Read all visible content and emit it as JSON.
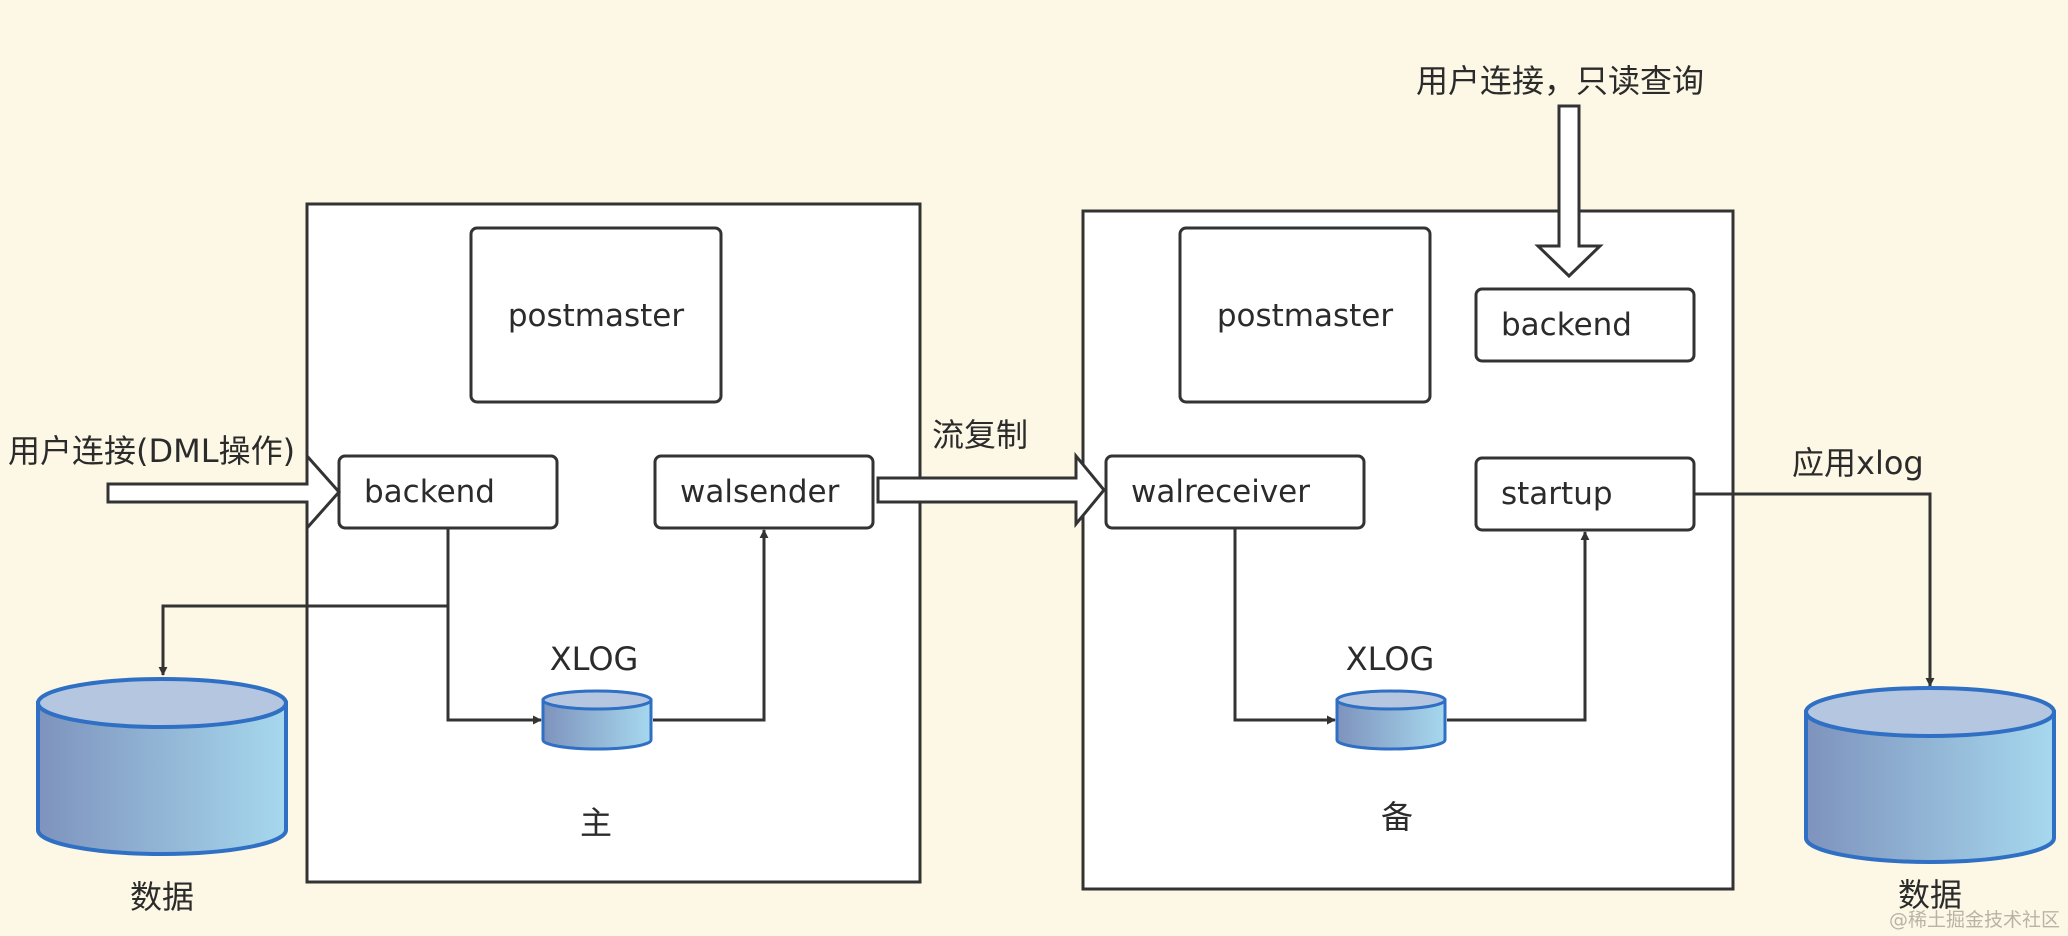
{
  "primary": {
    "caption": "主",
    "postmaster": "postmaster",
    "backend": "backend",
    "walsender": "walsender",
    "xlog": "XLOG"
  },
  "standby": {
    "caption": "备",
    "postmaster": "postmaster",
    "backend": "backend",
    "walreceiver": "walreceiver",
    "startup": "startup",
    "xlog": "XLOG"
  },
  "annotations": {
    "user_dml": "用户连接(DML操作)",
    "stream_replication": "流复制",
    "user_readonly": "用户连接，只读查询",
    "apply_xlog": "应用xlog"
  },
  "data_left": "数据",
  "data_right": "数据",
  "watermark": "@稀土掘金技术社区",
  "colors": {
    "background": "#fdf8e6",
    "stroke": "#333333",
    "cylinder_edge": "#2f6fc4",
    "cylinder_dark": "#7e93bd",
    "cylinder_light": "#a6d8ee"
  }
}
